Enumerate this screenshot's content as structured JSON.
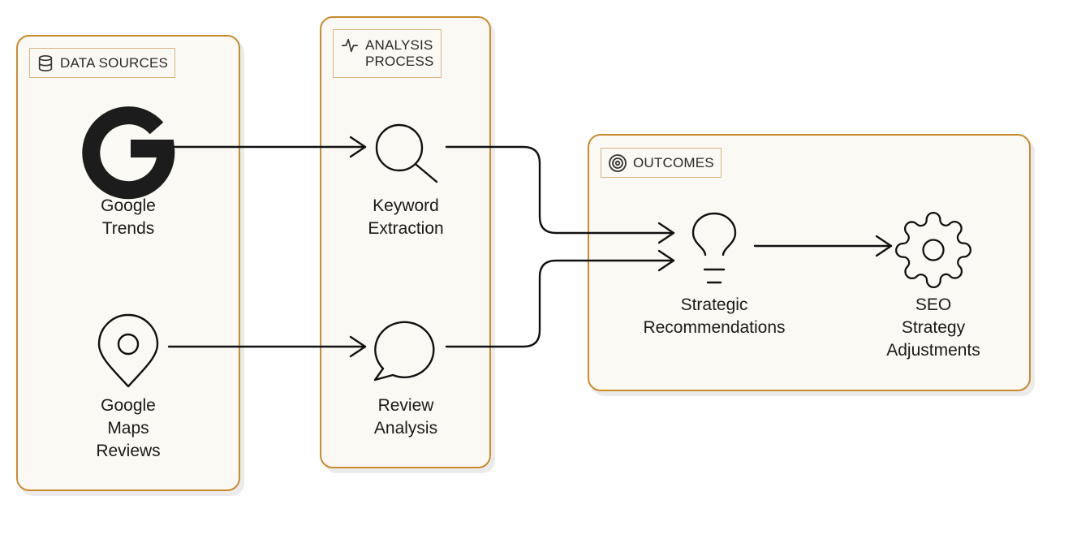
{
  "groups": {
    "sources": {
      "title": "DATA SOURCES"
    },
    "analysis": {
      "title": "ANALYSIS\nPROCESS"
    },
    "outcomes": {
      "title": "OUTCOMES"
    }
  },
  "nodes": {
    "google_trends": {
      "label": "Google\nTrends",
      "icon": "google-g-icon"
    },
    "google_maps_reviews": {
      "label": "Google\nMaps\nReviews",
      "icon": "map-pin-icon"
    },
    "keyword_extraction": {
      "label": "Keyword\nExtraction",
      "icon": "search-icon"
    },
    "review_analysis": {
      "label": "Review\nAnalysis",
      "icon": "speech-bubble-icon"
    },
    "strategic_recommendations": {
      "label": "Strategic\nRecommendations",
      "icon": "lightbulb-icon"
    },
    "seo_strategy_adjustments": {
      "label": "SEO\nStrategy\nAdjustments",
      "icon": "gear-icon"
    }
  },
  "edges": [
    {
      "from": "Google Trends",
      "to": "Keyword Extraction"
    },
    {
      "from": "Google Maps Reviews",
      "to": "Review Analysis"
    },
    {
      "from": "Keyword Extraction",
      "to": "Strategic Recommendations"
    },
    {
      "from": "Review Analysis",
      "to": "Strategic Recommendations"
    },
    {
      "from": "Strategic Recommendations",
      "to": "SEO Strategy Adjustments"
    }
  ],
  "colors": {
    "group_border": "#c98a2e",
    "group_fill": "#fbf9f3",
    "stroke": "#111111"
  }
}
